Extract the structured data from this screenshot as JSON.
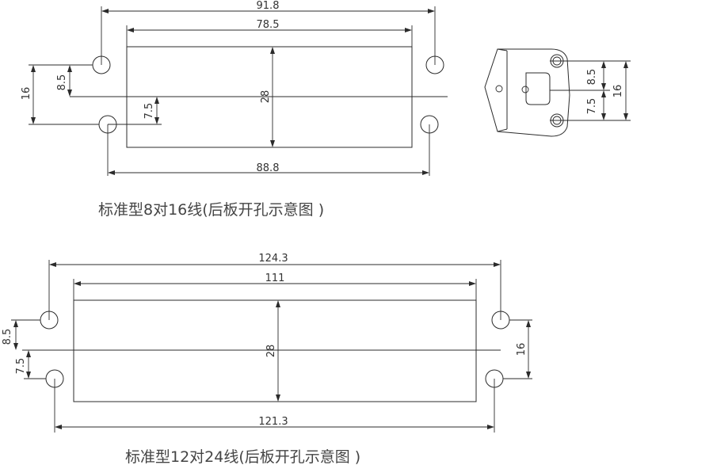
{
  "diagram_top": {
    "overall_width": "91.8",
    "cutout_width": "78.5",
    "hole_pitch": "88.8",
    "cutout_height": "28",
    "hole_span": "16",
    "upper_offset": "8.5",
    "lower_offset": "7.5",
    "caption": "标准型8对16线(后板开孔示意图 )"
  },
  "side_view": {
    "upper_offset": "8.5",
    "lower_offset": "7.5",
    "hole_span": "16"
  },
  "diagram_bottom": {
    "overall_width": "124.3",
    "cutout_width": "111",
    "hole_pitch": "121.3",
    "cutout_height": "28",
    "hole_span": "16",
    "upper_offset": "8.5",
    "lower_offset": "7.5",
    "caption": "标准型12对24线(后板开孔示意图 )"
  },
  "colors": {
    "line": "#2b2b2b",
    "text": "#333333"
  }
}
